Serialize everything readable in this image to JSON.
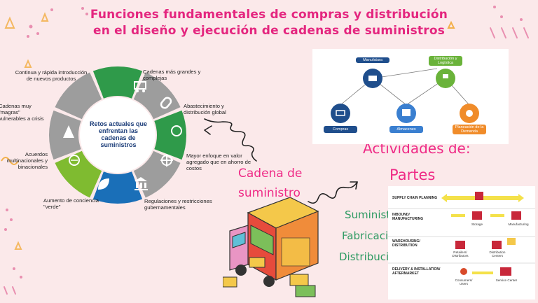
{
  "title": {
    "line1": "Funciones fundamentales de compras y distribución",
    "line2": "en el diseño y ejecución de cadenas de suministros"
  },
  "wheel": {
    "center": "Retos actuales que enfrentan las cadenas de suministros",
    "labels": [
      "Continua y rápida introducción de nuevos productos",
      "Cadenas más grandes y complejas",
      "Abastecimiento y distribución global",
      "Mayor enfoque en valor agregado que en ahorro de costos",
      "Regulaciones y restricciones gubernamentales",
      "Aumento de conciencia \"verde\"",
      "Acuerdos multinacionales y binacionales",
      "Cadenas muy \"magras\" vulnerables a crisis"
    ],
    "colors": [
      "#2f9a4a",
      "#9d9d9d",
      "#2f9a4a",
      "#9d9d9d",
      "#1a6fb8",
      "#7fbb30",
      "#9d9d9d",
      "#9d9d9d"
    ]
  },
  "center_text": {
    "cadena_line1": "Cadena de",
    "cadena_line2": "suministro",
    "actividades": "Actividades de:",
    "partes": "Partes",
    "items": [
      "Suministro",
      "Fabricacion",
      "Distribucion"
    ]
  },
  "diagram": {
    "nodes": [
      "Manufatura",
      "Distribución y Logística",
      "Compras",
      "Almacenes",
      "Planeación de la Demanda"
    ]
  },
  "flow": {
    "rows": [
      "SUPPLY CHAIN PLANNING",
      "INBOUND/ MANUFACTURING",
      "WAREHOUSING/ DISTRIBUTION",
      "DELIVERY & INSTALLATION/ AFTERMARKET"
    ],
    "labels": [
      "Storage",
      "Manufacturing",
      "Retailers/ Distributors",
      "Distribution Centers",
      "Consumers/ Users",
      "Service Center"
    ]
  }
}
